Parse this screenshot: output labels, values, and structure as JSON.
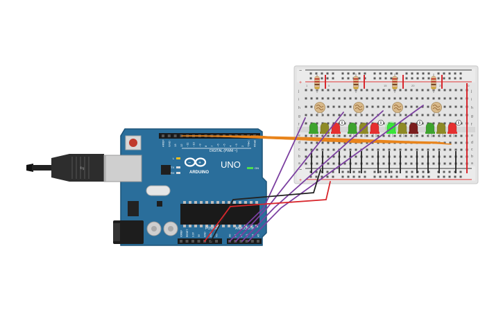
{
  "arduino": {
    "brand": "ARDUINO",
    "model": "UNO",
    "digital_header_label": "DIGITAL (PWM ~)",
    "power_label": "POWER",
    "analog_label": "ANALOG IN",
    "on_label": "ON",
    "tx_label": "TX",
    "rx_label": "RX",
    "l_label": "L",
    "digital_pins": [
      "AREF",
      "GND",
      "13",
      "12",
      "~11",
      "~10",
      "~9",
      "8",
      "7",
      "~6",
      "~5",
      "4",
      "~3",
      "2",
      "TX▸1",
      "RX◂0"
    ],
    "power_pins": [
      "IOREF",
      "RESET",
      "3.3V",
      "5V",
      "GND",
      "GND",
      "Vin"
    ],
    "analog_pins": [
      "A0",
      "A1",
      "A2",
      "A3",
      "A4",
      "A5"
    ]
  },
  "breadboard": {
    "row_letters_top": [
      "j",
      "i",
      "h",
      "g",
      "f"
    ],
    "row_letters_bottom": [
      "e",
      "d",
      "c",
      "b",
      "a"
    ],
    "rail_minus": "−",
    "rail_plus": "+",
    "column_numbers": [
      "1",
      "5",
      "10",
      "15",
      "20",
      "25",
      "30"
    ]
  },
  "colors": {
    "board": "#2a6e9b",
    "board_edge": "#1d5478",
    "wire_purple": "#7b3fa0",
    "wire_red": "#d8262c",
    "wire_black": "#222222",
    "wire_orange": "#e8841c",
    "led_green": "#3ea32e",
    "led_yellow": "#8e8a26",
    "led_red": "#e53030",
    "led_green_lit": "#39e639",
    "led_dark_red": "#7a1e1e"
  },
  "circuit": {
    "groups": [
      {
        "leds": [
          "led_green",
          "led_yellow",
          "led_red"
        ]
      },
      {
        "leds": [
          "led_green",
          "led_yellow",
          "led_red"
        ]
      },
      {
        "leds": [
          "led_green_lit",
          "led_yellow",
          "led_dark_red"
        ]
      },
      {
        "leds": [
          "led_green",
          "led_yellow",
          "led_red"
        ]
      }
    ]
  }
}
